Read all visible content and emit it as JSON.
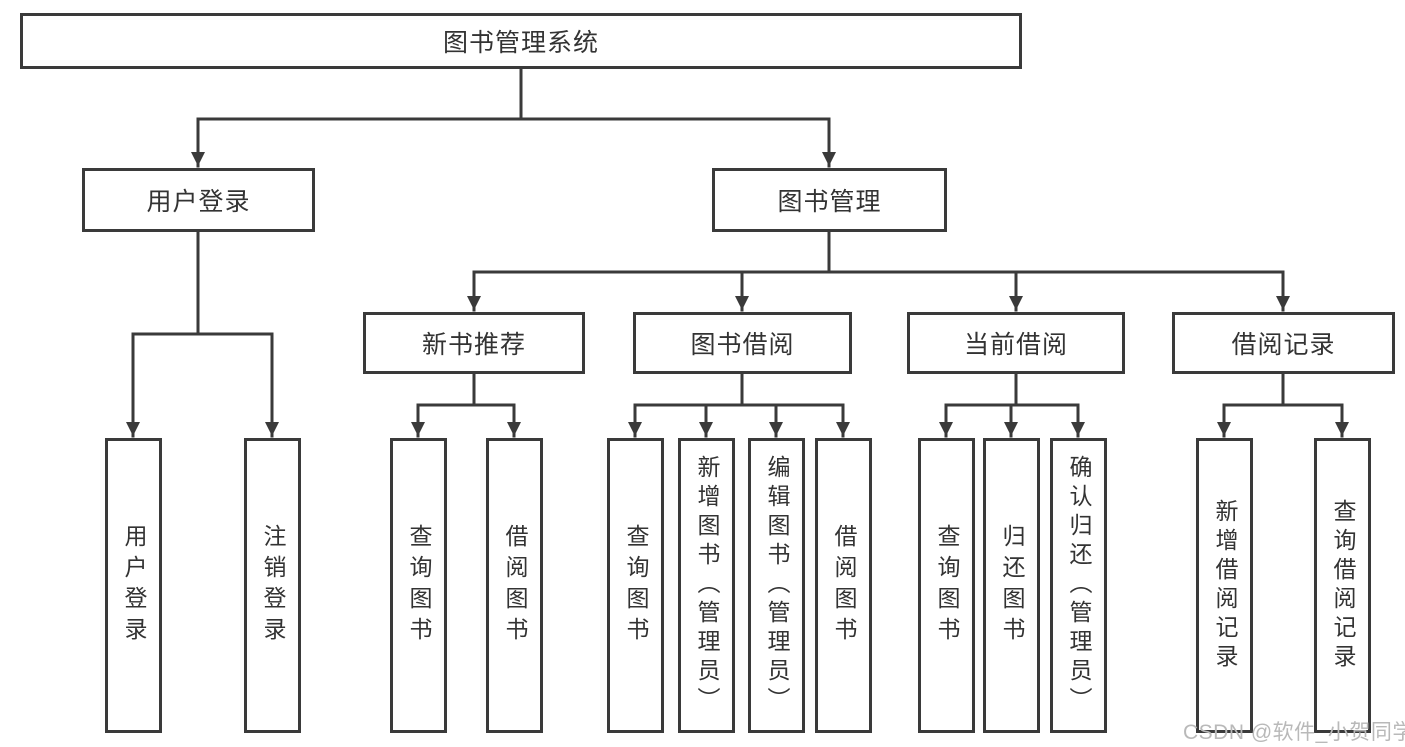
{
  "tree": {
    "root": {
      "label": "图书管理系统"
    },
    "user_branch": {
      "label": "用户登录",
      "children": [
        {
          "label": "用户登录"
        },
        {
          "label": "注销登录"
        }
      ]
    },
    "book_branch": {
      "label": "图书管理",
      "sections": [
        {
          "label": "新书推荐",
          "children": [
            {
              "label": "查询图书"
            },
            {
              "label": "借阅图书"
            }
          ]
        },
        {
          "label": "图书借阅",
          "children": [
            {
              "label": "查询图书"
            },
            {
              "label": "新增图书（管理员）"
            },
            {
              "label": "编辑图书（管理员）"
            },
            {
              "label": "借阅图书"
            }
          ]
        },
        {
          "label": "当前借阅",
          "children": [
            {
              "label": "查询图书"
            },
            {
              "label": "归还图书"
            },
            {
              "label": "确认归还（管理员）"
            }
          ]
        },
        {
          "label": "借阅记录",
          "children": [
            {
              "label": "新增借阅记录"
            },
            {
              "label": "查询借阅记录"
            }
          ]
        }
      ]
    }
  },
  "watermark": {
    "text": "CSDN @软件_小贺同学"
  },
  "colors": {
    "line": "#3a3a3a",
    "text": "#333333",
    "box_background": "#ffffff",
    "page_background": "#ffffff",
    "watermark": "#b9b9b9"
  }
}
